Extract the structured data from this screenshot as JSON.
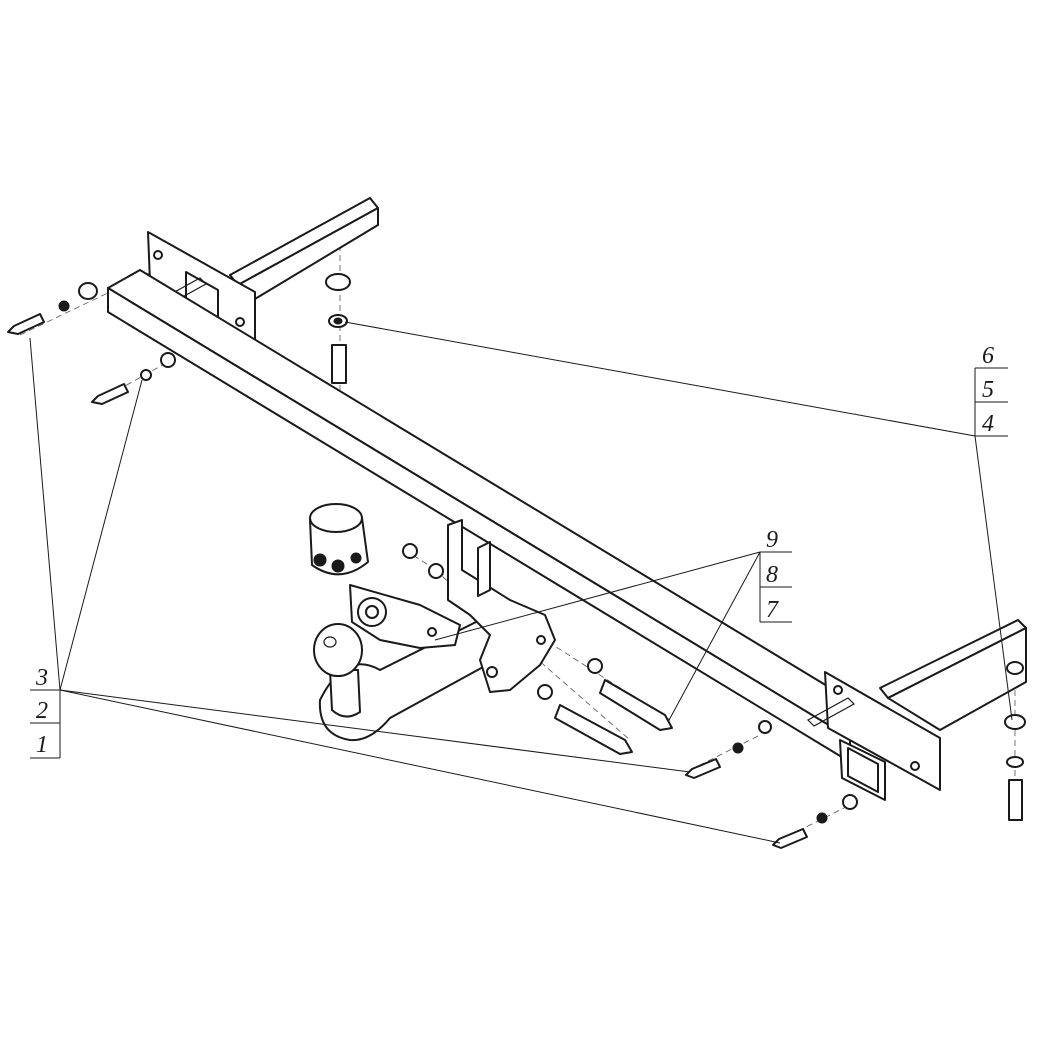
{
  "diagram": {
    "parts": {
      "frame": "tow-bar-frame",
      "ball": "tow-ball",
      "socket": "electrical-socket"
    },
    "callouts": {
      "left": {
        "items": [
          "3",
          "2",
          "1"
        ]
      },
      "right_top": {
        "items": [
          "6",
          "5",
          "4"
        ]
      },
      "middle": {
        "items": [
          "9",
          "8",
          "7"
        ]
      }
    }
  }
}
